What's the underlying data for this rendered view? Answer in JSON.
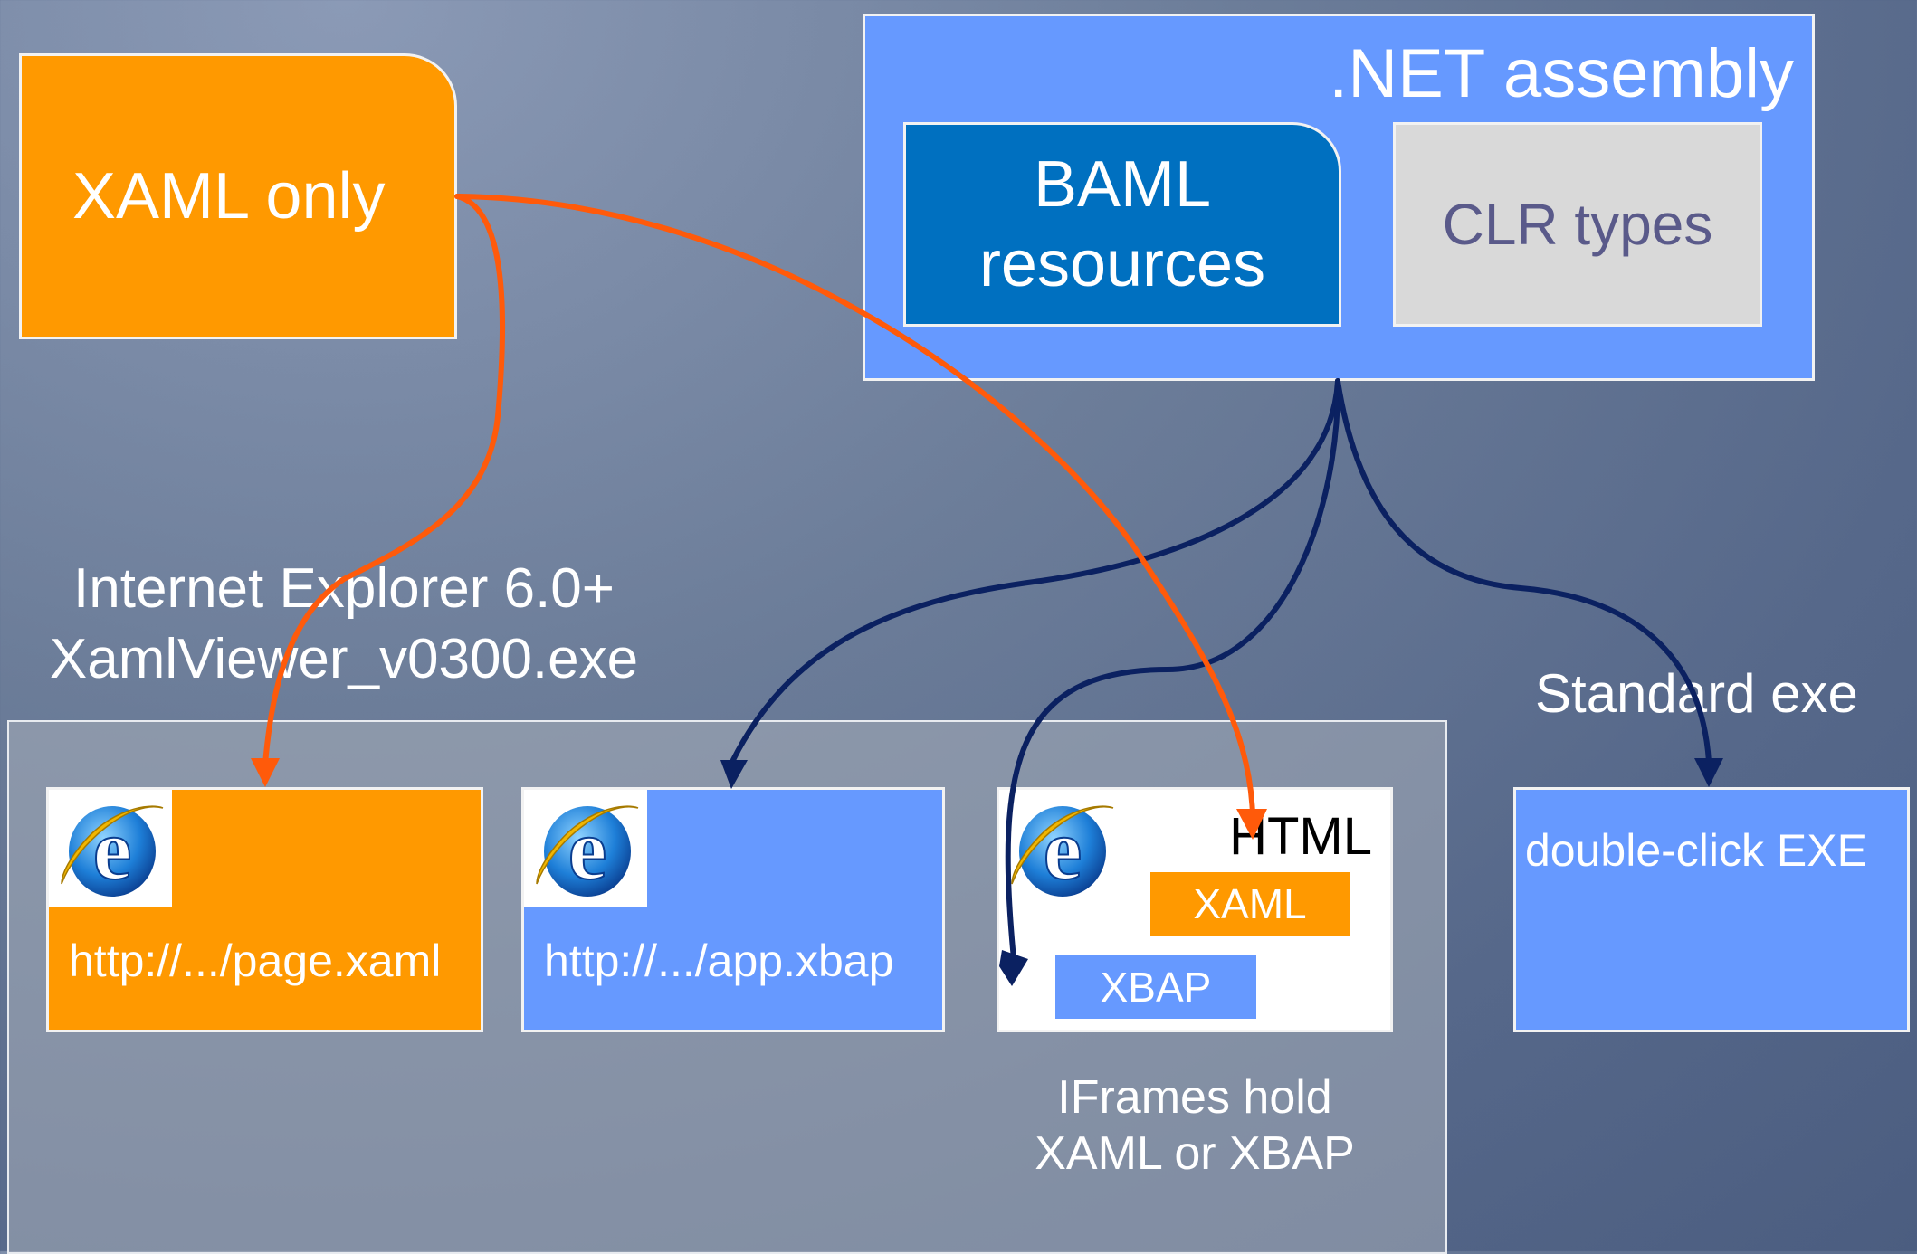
{
  "xaml_only": {
    "label": "XAML only"
  },
  "net_assembly": {
    "title": ".NET assembly",
    "baml_line1": "BAML",
    "baml_line2": "resources",
    "clr_types": "CLR types"
  },
  "ie_label": {
    "line1": "Internet Explorer 6.0+",
    "line2": "XamlViewer_v0300.exe"
  },
  "standard_exe_label": "Standard exe",
  "frames": {
    "page_xaml_url": "http://.../page.xaml",
    "app_xbap_url": "http://.../app.xbap",
    "html_label": "HTML",
    "inner_xaml": "XAML",
    "inner_xbap": "XBAP",
    "exe_text": "double-click EXE"
  },
  "iframe_note": {
    "line1": "IFrames hold",
    "line2": "XAML or XBAP"
  },
  "icons": {
    "browser": "internet-explorer-icon"
  },
  "colors": {
    "orange": "#ff9900",
    "blue": "#6699ff",
    "dark_blue": "#0070c0",
    "orange_arrow": "#ff5a0a",
    "navy_arrow": "#0b2161"
  }
}
